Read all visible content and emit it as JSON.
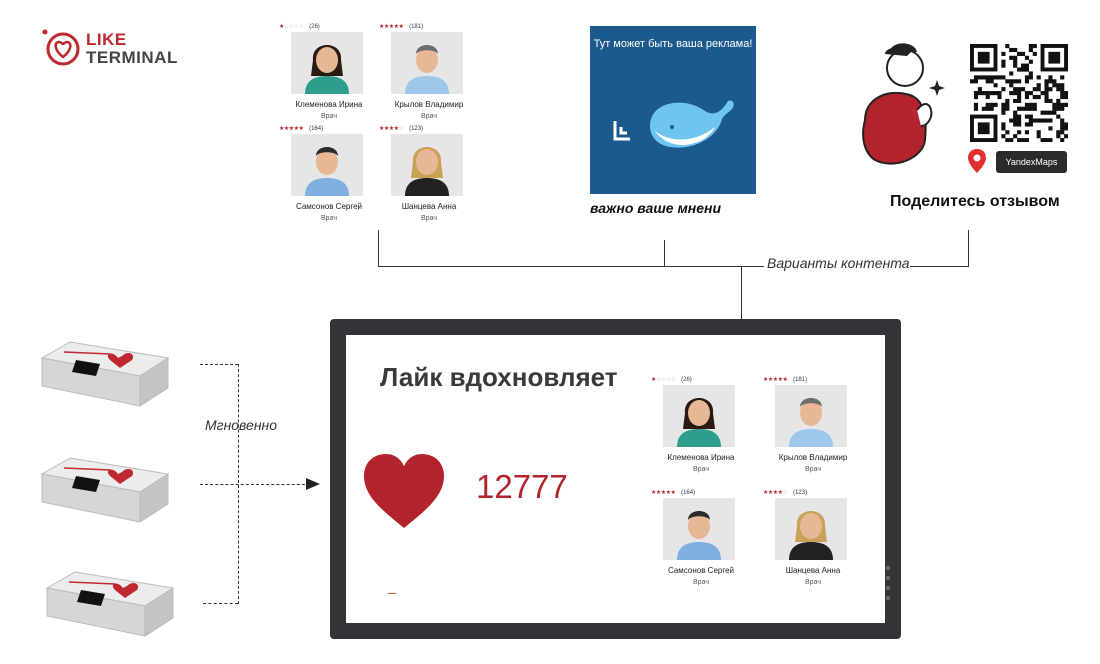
{
  "logo": {
    "line1": "LIKE",
    "line2": "TERMINAL"
  },
  "doctors_top": [
    {
      "name": "Клеменова Ирина",
      "role": "Врач",
      "rating_count": "(26)",
      "stars": 1
    },
    {
      "name": "Крылов Владимир",
      "role": "Врач",
      "rating_count": "(181)",
      "stars": 5
    },
    {
      "name": "Самсонов Сергей",
      "role": "Врач",
      "rating_count": "(164)",
      "stars": 5
    },
    {
      "name": "Шанцева Анна",
      "role": "Врач",
      "rating_count": "(123)",
      "stars": 4
    }
  ],
  "ad": {
    "text": "Тут может быть ваша реклама!",
    "caption": "важно ваше мнени"
  },
  "share": {
    "label": "Поделитесь отзывом",
    "maps_badge": "YandexMaps"
  },
  "labels": {
    "content_variants": "Варианты контента",
    "instant": "Мгновенно"
  },
  "screen": {
    "headline": "Лайк вдохновляет",
    "counter": "12777"
  },
  "doctors_screen": [
    {
      "name": "Клеменова Ирина",
      "role": "Врач",
      "rating_count": "(26)",
      "stars": 1
    },
    {
      "name": "Крылов Владимир",
      "role": "Врач",
      "rating_count": "(181)",
      "stars": 5
    },
    {
      "name": "Самсонов Сергей",
      "role": "Врач",
      "rating_count": "(164)",
      "stars": 5
    },
    {
      "name": "Шанцева Анна",
      "role": "Врач",
      "rating_count": "(123)",
      "stars": 4
    }
  ],
  "colors": {
    "brand_red": "#b3232b",
    "ad_blue": "#1c5a8e",
    "monitor": "#333437"
  }
}
